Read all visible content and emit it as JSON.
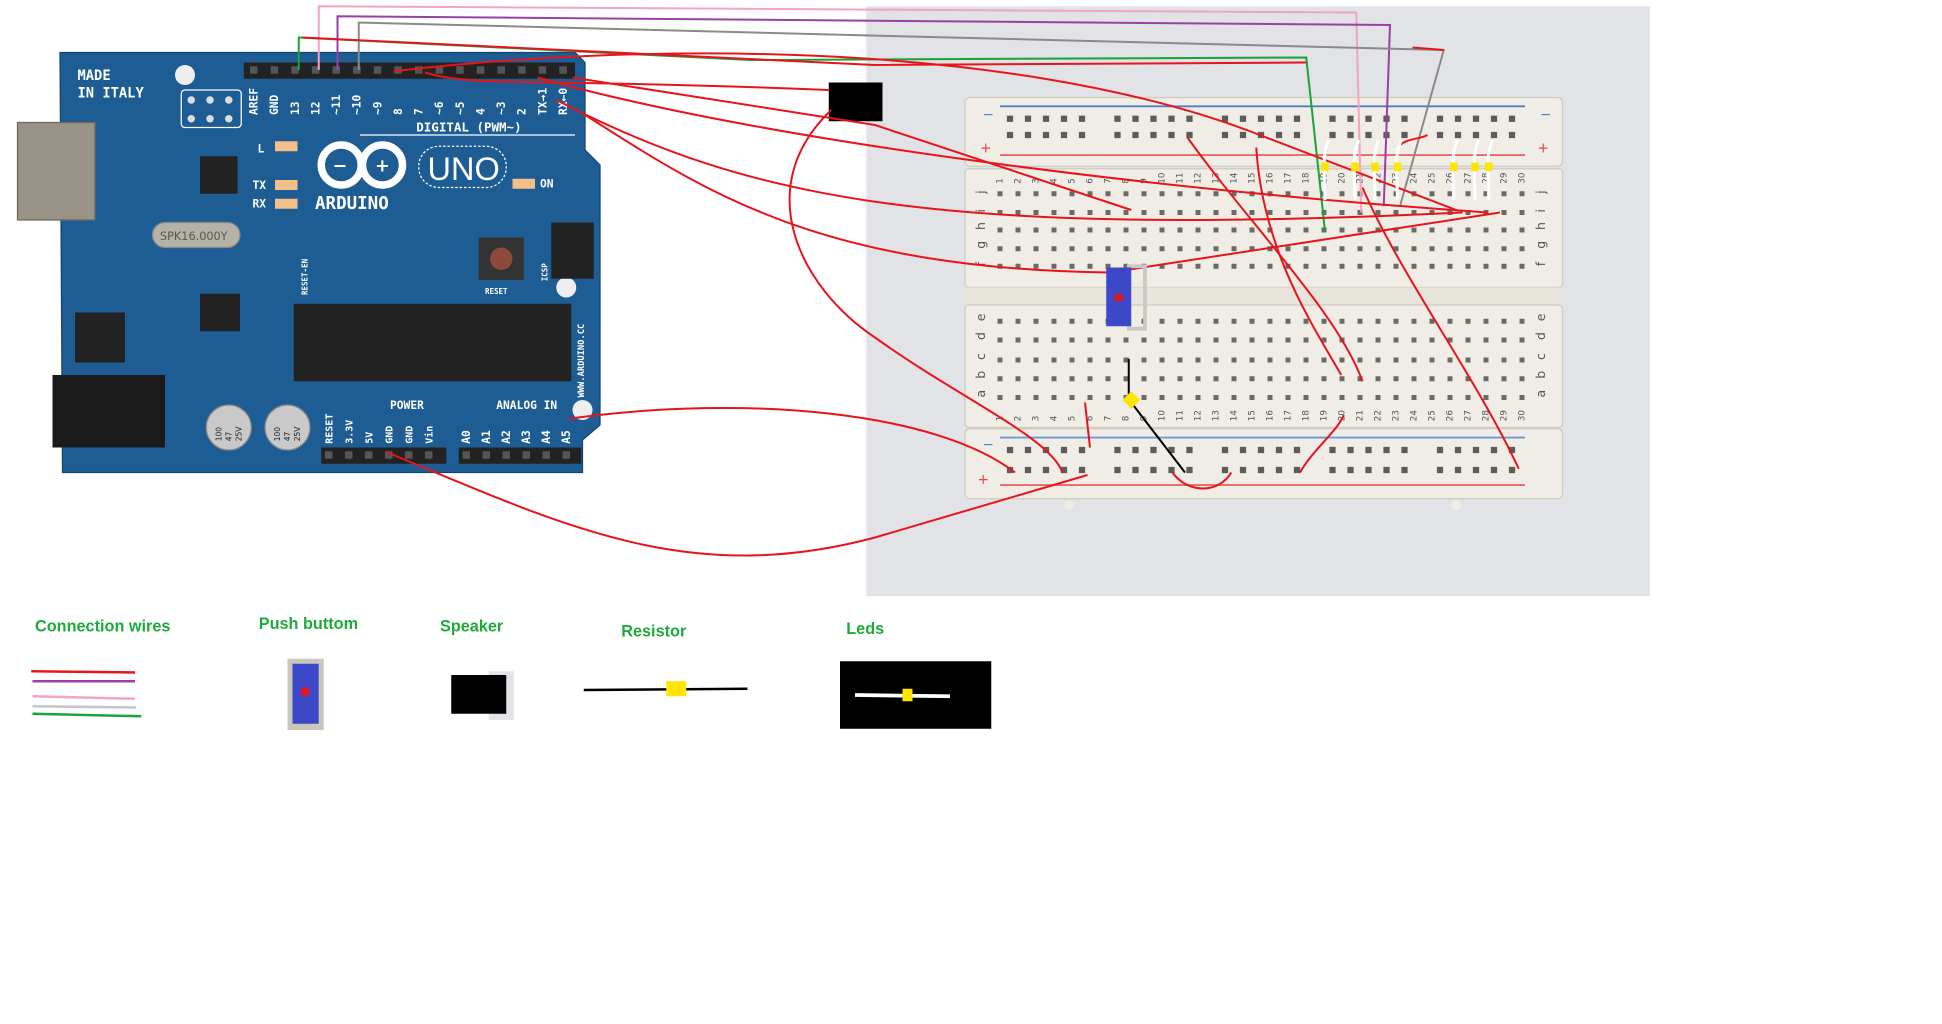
{
  "arduino": {
    "made_in": [
      "MADE",
      "IN ITALY"
    ],
    "brand": "ARDUINO",
    "model": "UNO",
    "digital_label": "DIGITAL (PWM~)",
    "digital_pins": [
      "AREF",
      "GND",
      "13",
      "12",
      "~11",
      "~10",
      "~9",
      "8",
      "7",
      "~6",
      "~5",
      "4",
      "~3",
      "2",
      "TX→1",
      "RX←0"
    ],
    "power_label": "POWER",
    "power_pins": [
      "RESET",
      "3.3V",
      "5V",
      "GND",
      "GND",
      "Vin"
    ],
    "analog_label": "ANALOG IN",
    "analog_pins": [
      "A0",
      "A1",
      "A2",
      "A3",
      "A4",
      "A5"
    ],
    "crystal": "SPK16.000Y",
    "reset_button_label": "RESET",
    "reset_en": "RESET-EN",
    "icsp": "ICSP",
    "website": "WWW.ARDUINO.CC",
    "leds": [
      "L",
      "TX",
      "RX",
      "ON"
    ],
    "capacitor": [
      "100",
      "47",
      "25V"
    ]
  },
  "breadboard": {
    "columns": [
      "1",
      "2",
      "3",
      "4",
      "5",
      "6",
      "7",
      "8",
      "9",
      "10",
      "11",
      "12",
      "13",
      "14",
      "15",
      "16",
      "17",
      "18",
      "19",
      "20",
      "21",
      "22",
      "23",
      "24",
      "25",
      "26",
      "27",
      "28",
      "29",
      "30"
    ],
    "upper_rows": [
      "j",
      "i",
      "h",
      "g",
      "f"
    ],
    "lower_rows": [
      "e",
      "d",
      "c",
      "b",
      "a"
    ],
    "rail_minus": "−",
    "rail_plus": "+"
  },
  "legend": {
    "wires": "Connection wires",
    "push_button": "Push buttom",
    "speaker": "Speaker",
    "resistor": "Resistor",
    "leds": "Leds"
  },
  "colors": {
    "wire_red": "#e8141c",
    "wire_purple": "#9b3fa8",
    "wire_pink": "#f4a3c1",
    "wire_gray": "#8a8a8a",
    "wire_green": "#1aa33a",
    "pcb_blue": "#1d5d93",
    "button_blue": "#3c48c8",
    "resistor_yellow": "#ffe600"
  }
}
